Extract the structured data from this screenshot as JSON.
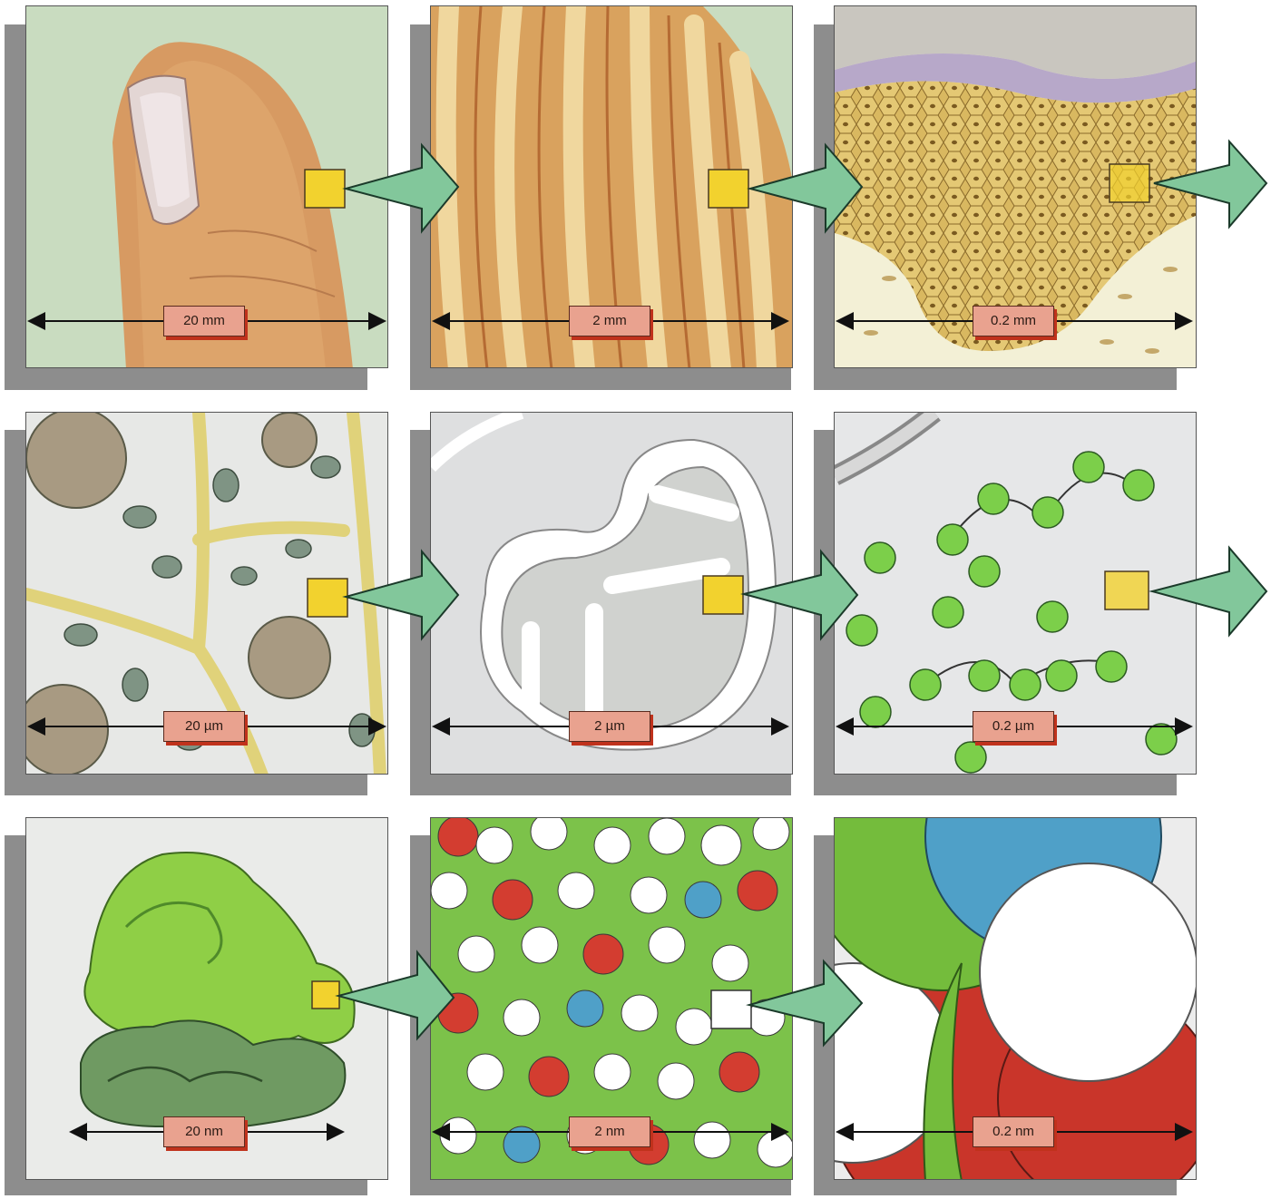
{
  "panels": [
    {
      "scale": "20 mm"
    },
    {
      "scale": "2 mm"
    },
    {
      "scale": "0.2 mm"
    },
    {
      "scale": "20 µm"
    },
    {
      "scale": "2 µm"
    },
    {
      "scale": "0.2 µm"
    },
    {
      "scale": "20 nm"
    },
    {
      "scale": "2 nm"
    },
    {
      "scale": "0.2 nm"
    }
  ],
  "colors": {
    "arrow_fill": "#82c79b",
    "label_fill": "#e9a28f",
    "label_shadow": "#c0321c",
    "highlight_square": "#f2d22e"
  }
}
